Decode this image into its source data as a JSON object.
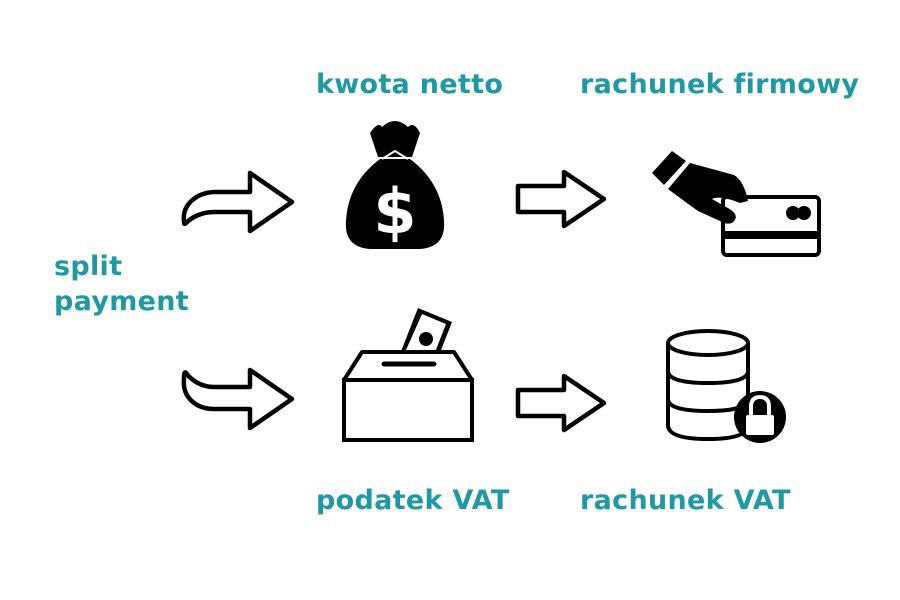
{
  "diagram": {
    "accent_color": "#1e99a3",
    "source": {
      "label_line1": "split",
      "label_line2": "payment"
    },
    "top_branch": {
      "step1_label": "kwota netto",
      "step1_icon": "money-bag-icon",
      "step2_label": "rachunek firmowy",
      "step2_icon": "hand-card-icon"
    },
    "bottom_branch": {
      "step1_label": "podatek VAT",
      "step1_icon": "ballot-box-money-icon",
      "step2_label": "rachunek VAT",
      "step2_icon": "database-lock-icon"
    },
    "dollar_sign": "$"
  }
}
